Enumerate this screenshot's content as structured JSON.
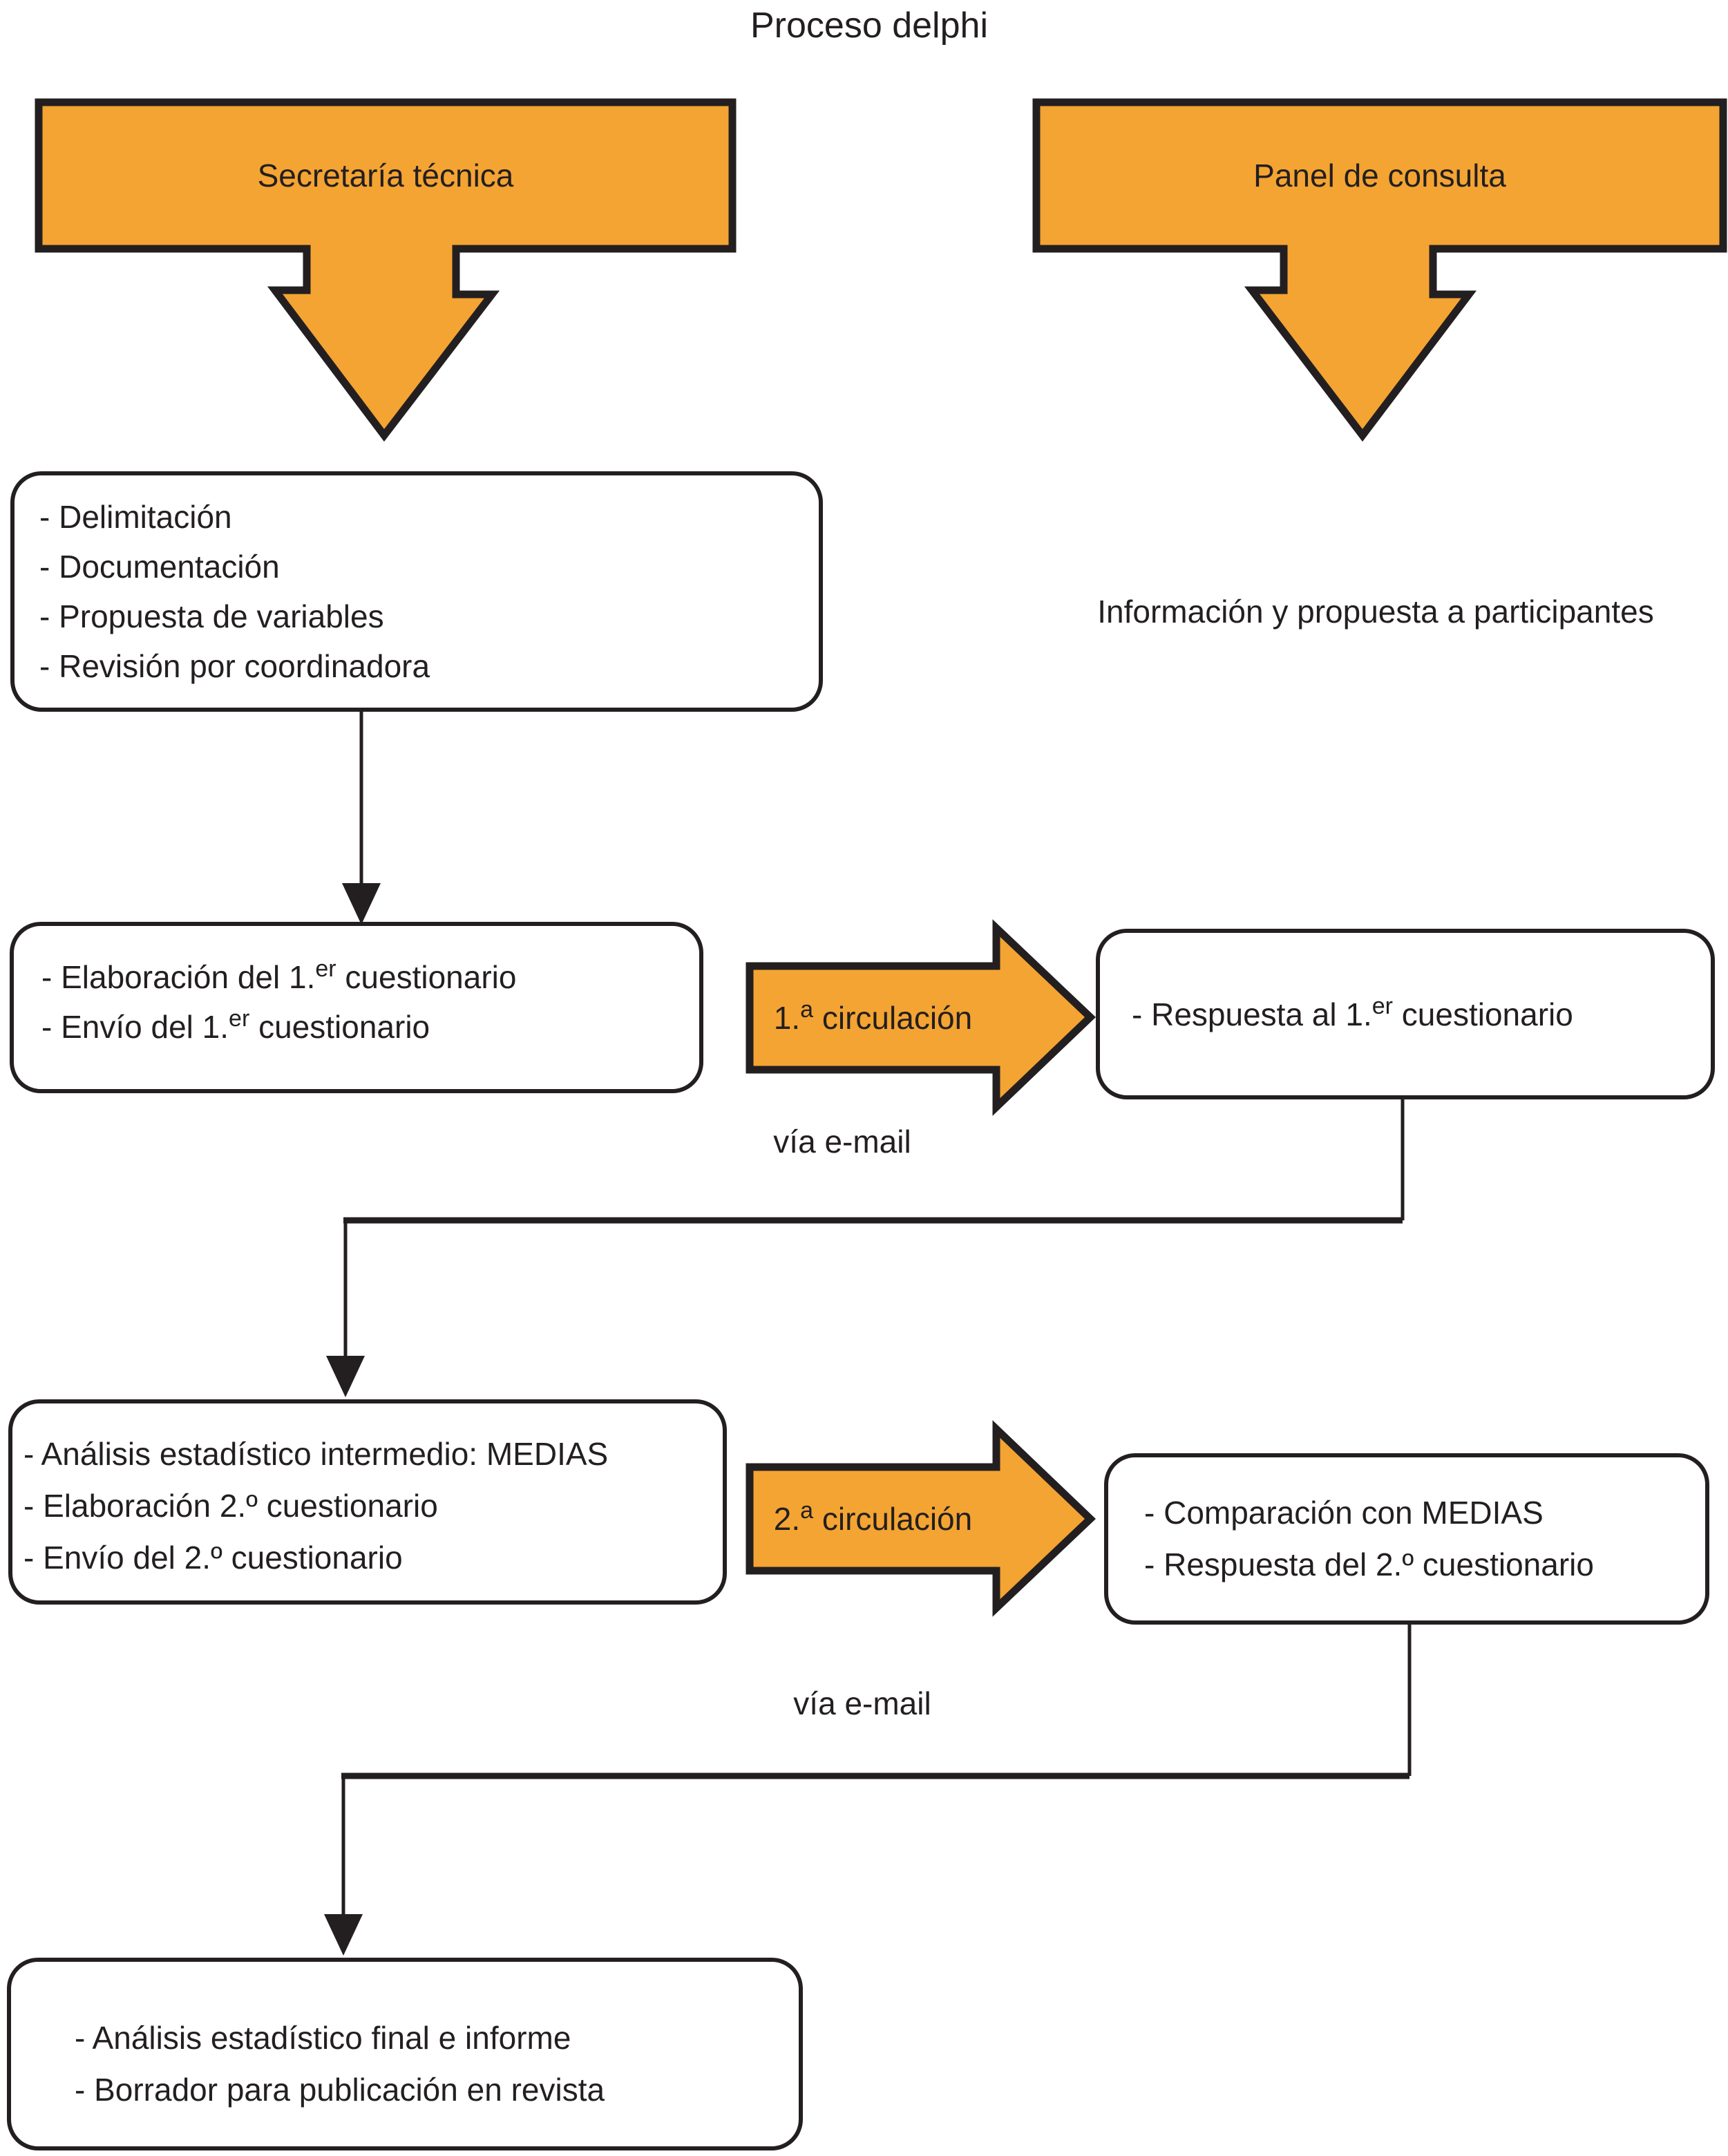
{
  "title": "Proceso delphi",
  "colors": {
    "orange": "#F4A433",
    "stroke": "#231F20"
  },
  "headers": {
    "left": "Secretaría técnica",
    "right": "Panel de consulta"
  },
  "info_text": "Información y propuesta a participantes",
  "via_email_1": "vía e-mail",
  "via_email_2": "vía e-mail",
  "arrows": {
    "c1": {
      "pre": "1.",
      "sup": "a",
      "post": " circulación"
    },
    "c2": {
      "pre": "2.",
      "sup": "a",
      "post": " circulación"
    }
  },
  "boxes": {
    "prep": {
      "lines": [
        {
          "pre": "- Delimitación",
          "sup": "",
          "post": ""
        },
        {
          "pre": "- Documentación",
          "sup": "",
          "post": ""
        },
        {
          "pre": "- Propuesta de variables",
          "sup": "",
          "post": ""
        },
        {
          "pre": "- Revisión por coordinadora",
          "sup": "",
          "post": ""
        }
      ]
    },
    "q1": {
      "lines": [
        {
          "pre": "- Elaboración del 1.",
          "sup": "er",
          "post": " cuestionario"
        },
        {
          "pre": "- Envío del 1.",
          "sup": "er",
          "post": " cuestionario"
        }
      ]
    },
    "r1": {
      "lines": [
        {
          "pre": "- Respuesta al 1.",
          "sup": "er",
          "post": " cuestionario"
        }
      ]
    },
    "analysis": {
      "lines": [
        {
          "pre": "- Análisis estadístico intermedio: MEDIAS",
          "sup": "",
          "post": ""
        },
        {
          "pre": "- Elaboración 2.º cuestionario",
          "sup": "",
          "post": ""
        },
        {
          "pre": "- Envío del 2.º cuestionario",
          "sup": "",
          "post": ""
        }
      ]
    },
    "r2": {
      "lines": [
        {
          "pre": "- Comparación con MEDIAS",
          "sup": "",
          "post": ""
        },
        {
          "pre": "- Respuesta del 2.º cuestionario",
          "sup": "",
          "post": ""
        }
      ]
    },
    "final": {
      "lines": [
        {
          "pre": "- Análisis estadístico final e informe",
          "sup": "",
          "post": ""
        },
        {
          "pre": "- Borrador para publicación en revista",
          "sup": "",
          "post": ""
        }
      ]
    }
  }
}
